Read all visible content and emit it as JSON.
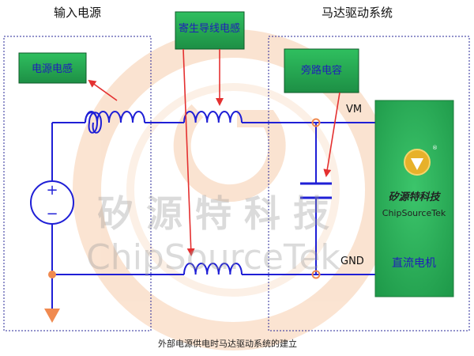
{
  "sections": {
    "input_power_title": "输入电源",
    "motor_drive_title": "马达驱动系统"
  },
  "labels": {
    "power_inductance": "电源电感",
    "parasitic_wire_inductance": "寄生导线电感",
    "bypass_capacitor": "旁路电容",
    "vm": "VM",
    "gnd": "GND",
    "dc_motor": "直流电机",
    "plus_sign": "+",
    "minus_sign": "−"
  },
  "logo": {
    "cn_name": "矽源特科技",
    "en_name": "ChipSourceTek",
    "registered_mark": "®"
  },
  "watermark": {
    "cn_text": "矽 源 特 科 技",
    "en_text": "ChipSourceTek"
  },
  "caption": "外部电源供电时马达驱动系统的建立",
  "colors": {
    "wire": "#1f1fd6",
    "box_fill": "#1f9a4a",
    "box_border": "#1b7a3a",
    "label_text": "#1f1fb8",
    "arrow": "#e43030",
    "node": "#f08a50",
    "ground": "#f08a50",
    "dashed_border": "#2a2a9a"
  }
}
